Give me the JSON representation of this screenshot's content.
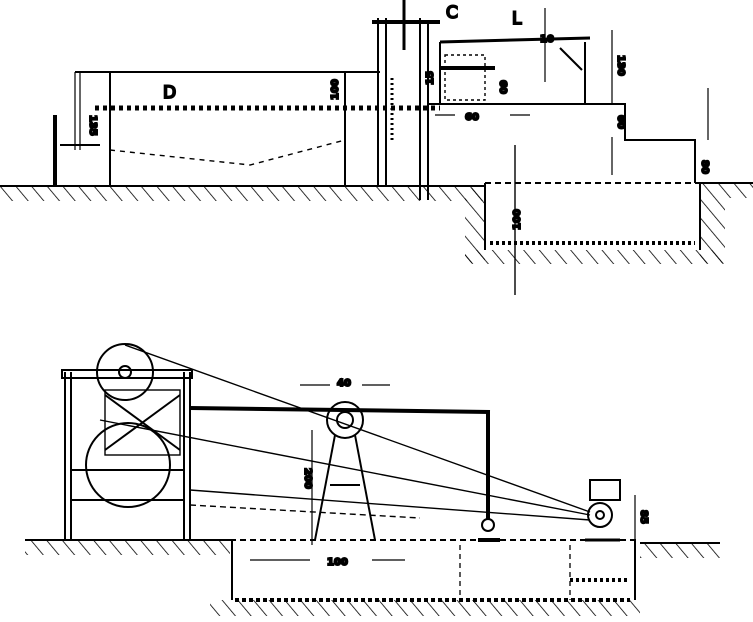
{
  "upper_view": {
    "labels": {
      "drum": "D",
      "chute": "C",
      "roof": "L"
    },
    "dimensions": {
      "drum_height": "135",
      "drum_axis": "100",
      "col_gap": "15",
      "roof_slope": "10",
      "hopper_height": "60",
      "platform_width": "60",
      "roof_height": "130",
      "platform_step": "60",
      "step_height": "80",
      "pit_depth": "100"
    }
  },
  "lower_view": {
    "dimensions": {
      "pulley_width": "40",
      "pulley_height": "200",
      "frame_base": "100",
      "motor_height": "85"
    }
  },
  "colors": {
    "ink": "#000000",
    "paper": "#ffffff"
  }
}
